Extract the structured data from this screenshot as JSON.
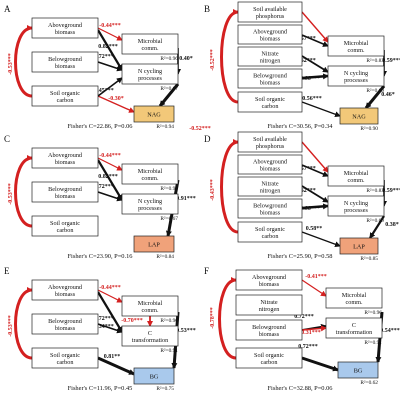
{
  "colors": {
    "red": "#d42020",
    "black": "#111111",
    "nag": "#f2c879",
    "lap": "#f0a27a",
    "bg": "#a9c9ec",
    "box": "#ffffff"
  },
  "panels": [
    {
      "letter": "A",
      "fisher": "Fisher's C=22.86, P=0.06",
      "nodes": [
        {
          "key": "ab",
          "label": [
            "Aboveground",
            "biomass"
          ]
        },
        {
          "key": "bb",
          "label": [
            "Belowground",
            "biomass"
          ]
        },
        {
          "key": "soc",
          "label": [
            "Soil organic",
            "carbon"
          ]
        },
        {
          "key": "mc",
          "label": [
            "Microbial",
            "comm."
          ],
          "r2": "R²=0.96"
        },
        {
          "key": "nc",
          "label": [
            "N cycling",
            "processes"
          ],
          "r2": "R²=0.67"
        },
        {
          "key": "enz",
          "label": [
            "NAG"
          ],
          "r2": "R²=0.94",
          "fill": "nag"
        }
      ],
      "paths": [
        {
          "label": "-0.44***",
          "sign": "neg"
        },
        {
          "label": "0.72***",
          "sign": "pos"
        },
        {
          "label": "0.82***",
          "sign": "pos"
        },
        {
          "label": "-0.30*",
          "sign": "neg"
        },
        {
          "label": "0.45***",
          "sign": "pos"
        },
        {
          "label": "-0.53***",
          "sign": "neg"
        },
        {
          "label": "0.40*",
          "sign": "pos"
        },
        {
          "label": "",
          "sign": "pos"
        }
      ]
    },
    {
      "letter": "B",
      "fisher": "Fisher's C=30.56, P=0.34",
      "nodes": [
        {
          "key": "sap",
          "label": [
            "Soil available",
            "phosphorus"
          ]
        },
        {
          "key": "ab",
          "label": [
            "Aboveground",
            "biomass"
          ]
        },
        {
          "key": "nn",
          "label": [
            "Nitrate",
            "nitrogen"
          ]
        },
        {
          "key": "bb",
          "label": [
            "Belowground",
            "biomass"
          ]
        },
        {
          "key": "soc",
          "label": [
            "Soil organic",
            "carbon"
          ]
        },
        {
          "key": "mc",
          "label": [
            "Microbial",
            "comm."
          ],
          "r2": "R²=0.83"
        },
        {
          "key": "nc",
          "label": [
            "N cycling",
            "processes"
          ],
          "r2": "R²=0.69"
        },
        {
          "key": "enz",
          "label": [
            "NAG"
          ],
          "r2": "R²=0.90",
          "fill": "nag"
        }
      ],
      "paths": [
        {
          "label": "-0.52***",
          "sign": "neg"
        },
        {
          "label": "0.57***",
          "sign": "pos"
        },
        {
          "label": "0.66***",
          "sign": "pos"
        },
        {
          "label": "0.62***",
          "sign": "pos"
        },
        {
          "label": "0.56***",
          "sign": "pos"
        },
        {
          "label": "-0.52***",
          "sign": "neg"
        },
        {
          "label": "0.59***",
          "sign": "pos"
        },
        {
          "label": "0.46*",
          "sign": "pos"
        }
      ]
    },
    {
      "letter": "C",
      "fisher": "Fisher's C=23.90, P=0.16",
      "nodes": [
        {
          "key": "ab",
          "label": [
            "Aboveground",
            "biomass"
          ]
        },
        {
          "key": "bb",
          "label": [
            "Belowground",
            "biomass"
          ]
        },
        {
          "key": "soc",
          "label": [
            "Soil organic",
            "carbon"
          ]
        },
        {
          "key": "mc",
          "label": [
            "Microbial",
            "comm."
          ],
          "r2": "R²=0.96"
        },
        {
          "key": "nc",
          "label": [
            "N cycling",
            "processes"
          ],
          "r2": "R²=0.67"
        },
        {
          "key": "enz",
          "label": [
            "LAP"
          ],
          "r2": "R²=0.84",
          "fill": "lap"
        }
      ],
      "paths": [
        {
          "label": "-0.44***",
          "sign": "neg"
        },
        {
          "label": "0.72***",
          "sign": "pos"
        },
        {
          "label": "0.82***",
          "sign": "pos"
        },
        {
          "label": "0.91***",
          "sign": "pos"
        },
        {
          "label": "-0.53***",
          "sign": "neg"
        }
      ]
    },
    {
      "letter": "D",
      "fisher": "Fisher's C=25.90, P=0.58",
      "nodes": [
        {
          "key": "sap",
          "label": [
            "Soil available",
            "phosphorus"
          ]
        },
        {
          "key": "ab",
          "label": [
            "Aboveground",
            "biomass"
          ]
        },
        {
          "key": "nn",
          "label": [
            "Nitrate",
            "nitrogen"
          ]
        },
        {
          "key": "bb",
          "label": [
            "Belowground",
            "biomass"
          ]
        },
        {
          "key": "soc",
          "label": [
            "Soil organic",
            "carbon"
          ]
        },
        {
          "key": "mc",
          "label": [
            "Microbial",
            "comm."
          ],
          "r2": "R²=0.83"
        },
        {
          "key": "nc",
          "label": [
            "N cycling",
            "processes"
          ],
          "r2": "R²=0.69"
        },
        {
          "key": "enz",
          "label": [
            "LAP"
          ],
          "r2": "R²=0.85",
          "fill": "lap"
        }
      ],
      "paths": [
        {
          "label": "-0.52***",
          "sign": "neg"
        },
        {
          "label": "0.57***",
          "sign": "pos"
        },
        {
          "label": "0.66***",
          "sign": "pos"
        },
        {
          "label": "0.62***",
          "sign": "pos"
        },
        {
          "label": "0.58**",
          "sign": "pos"
        },
        {
          "label": "-0.43***",
          "sign": "neg"
        },
        {
          "label": "0.59***",
          "sign": "pos"
        },
        {
          "label": "0.38*",
          "sign": "pos"
        }
      ]
    },
    {
      "letter": "E",
      "fisher": "Fisher's C=11.96, P=0.45",
      "nodes": [
        {
          "key": "ab",
          "label": [
            "Aboveground",
            "biomass"
          ]
        },
        {
          "key": "bb",
          "label": [
            "Belowground",
            "biomass"
          ]
        },
        {
          "key": "soc",
          "label": [
            "Soil organic",
            "carbon"
          ]
        },
        {
          "key": "mc",
          "label": [
            "Microbial",
            "comm."
          ],
          "r2": "R²=0.96"
        },
        {
          "key": "nc",
          "label": [
            "C",
            "transformation"
          ],
          "r2": "R²=0.91"
        },
        {
          "key": "enz",
          "label": [
            "BG"
          ],
          "r2": "R²=0.75",
          "fill": "bg"
        }
      ],
      "paths": [
        {
          "label": "-0.44***",
          "sign": "neg"
        },
        {
          "label": "0.72***",
          "sign": "pos"
        },
        {
          "label": "0.34***",
          "sign": "pos"
        },
        {
          "label": "0.81**",
          "sign": "pos"
        },
        {
          "label": "-0.70***",
          "sign": "neg"
        },
        {
          "label": "-0.53***",
          "sign": "neg"
        },
        {
          "label": "0.53***",
          "sign": "pos"
        }
      ]
    },
    {
      "letter": "F",
      "fisher": "Fisher's C=32.88, P=0.06",
      "nodes": [
        {
          "key": "ab",
          "label": [
            "Aboveground",
            "biomass"
          ]
        },
        {
          "key": "nn",
          "label": [
            "Nitrate",
            "nitrogen"
          ]
        },
        {
          "key": "bb",
          "label": [
            "Belowground",
            "biomass"
          ]
        },
        {
          "key": "soc",
          "label": [
            "Soil organic",
            "carbon"
          ]
        },
        {
          "key": "mc",
          "label": [
            "Microbial",
            "comm."
          ],
          "r2": "R²=0.96"
        },
        {
          "key": "nc",
          "label": [
            "C",
            "transformation"
          ],
          "r2": "R²=0.91"
        },
        {
          "key": "enz",
          "label": [
            "BG"
          ],
          "r2": "R²=0.62",
          "fill": "bg"
        }
      ],
      "paths": [
        {
          "label": "-0.41***",
          "sign": "neg"
        },
        {
          "label": "0.72***",
          "sign": "pos"
        },
        {
          "label": "-0.31***",
          "sign": "neg"
        },
        {
          "label": "0.72***",
          "sign": "pos"
        },
        {
          "label": "-0.78***",
          "sign": "neg"
        },
        {
          "label": "0.54***",
          "sign": "pos"
        }
      ]
    }
  ]
}
